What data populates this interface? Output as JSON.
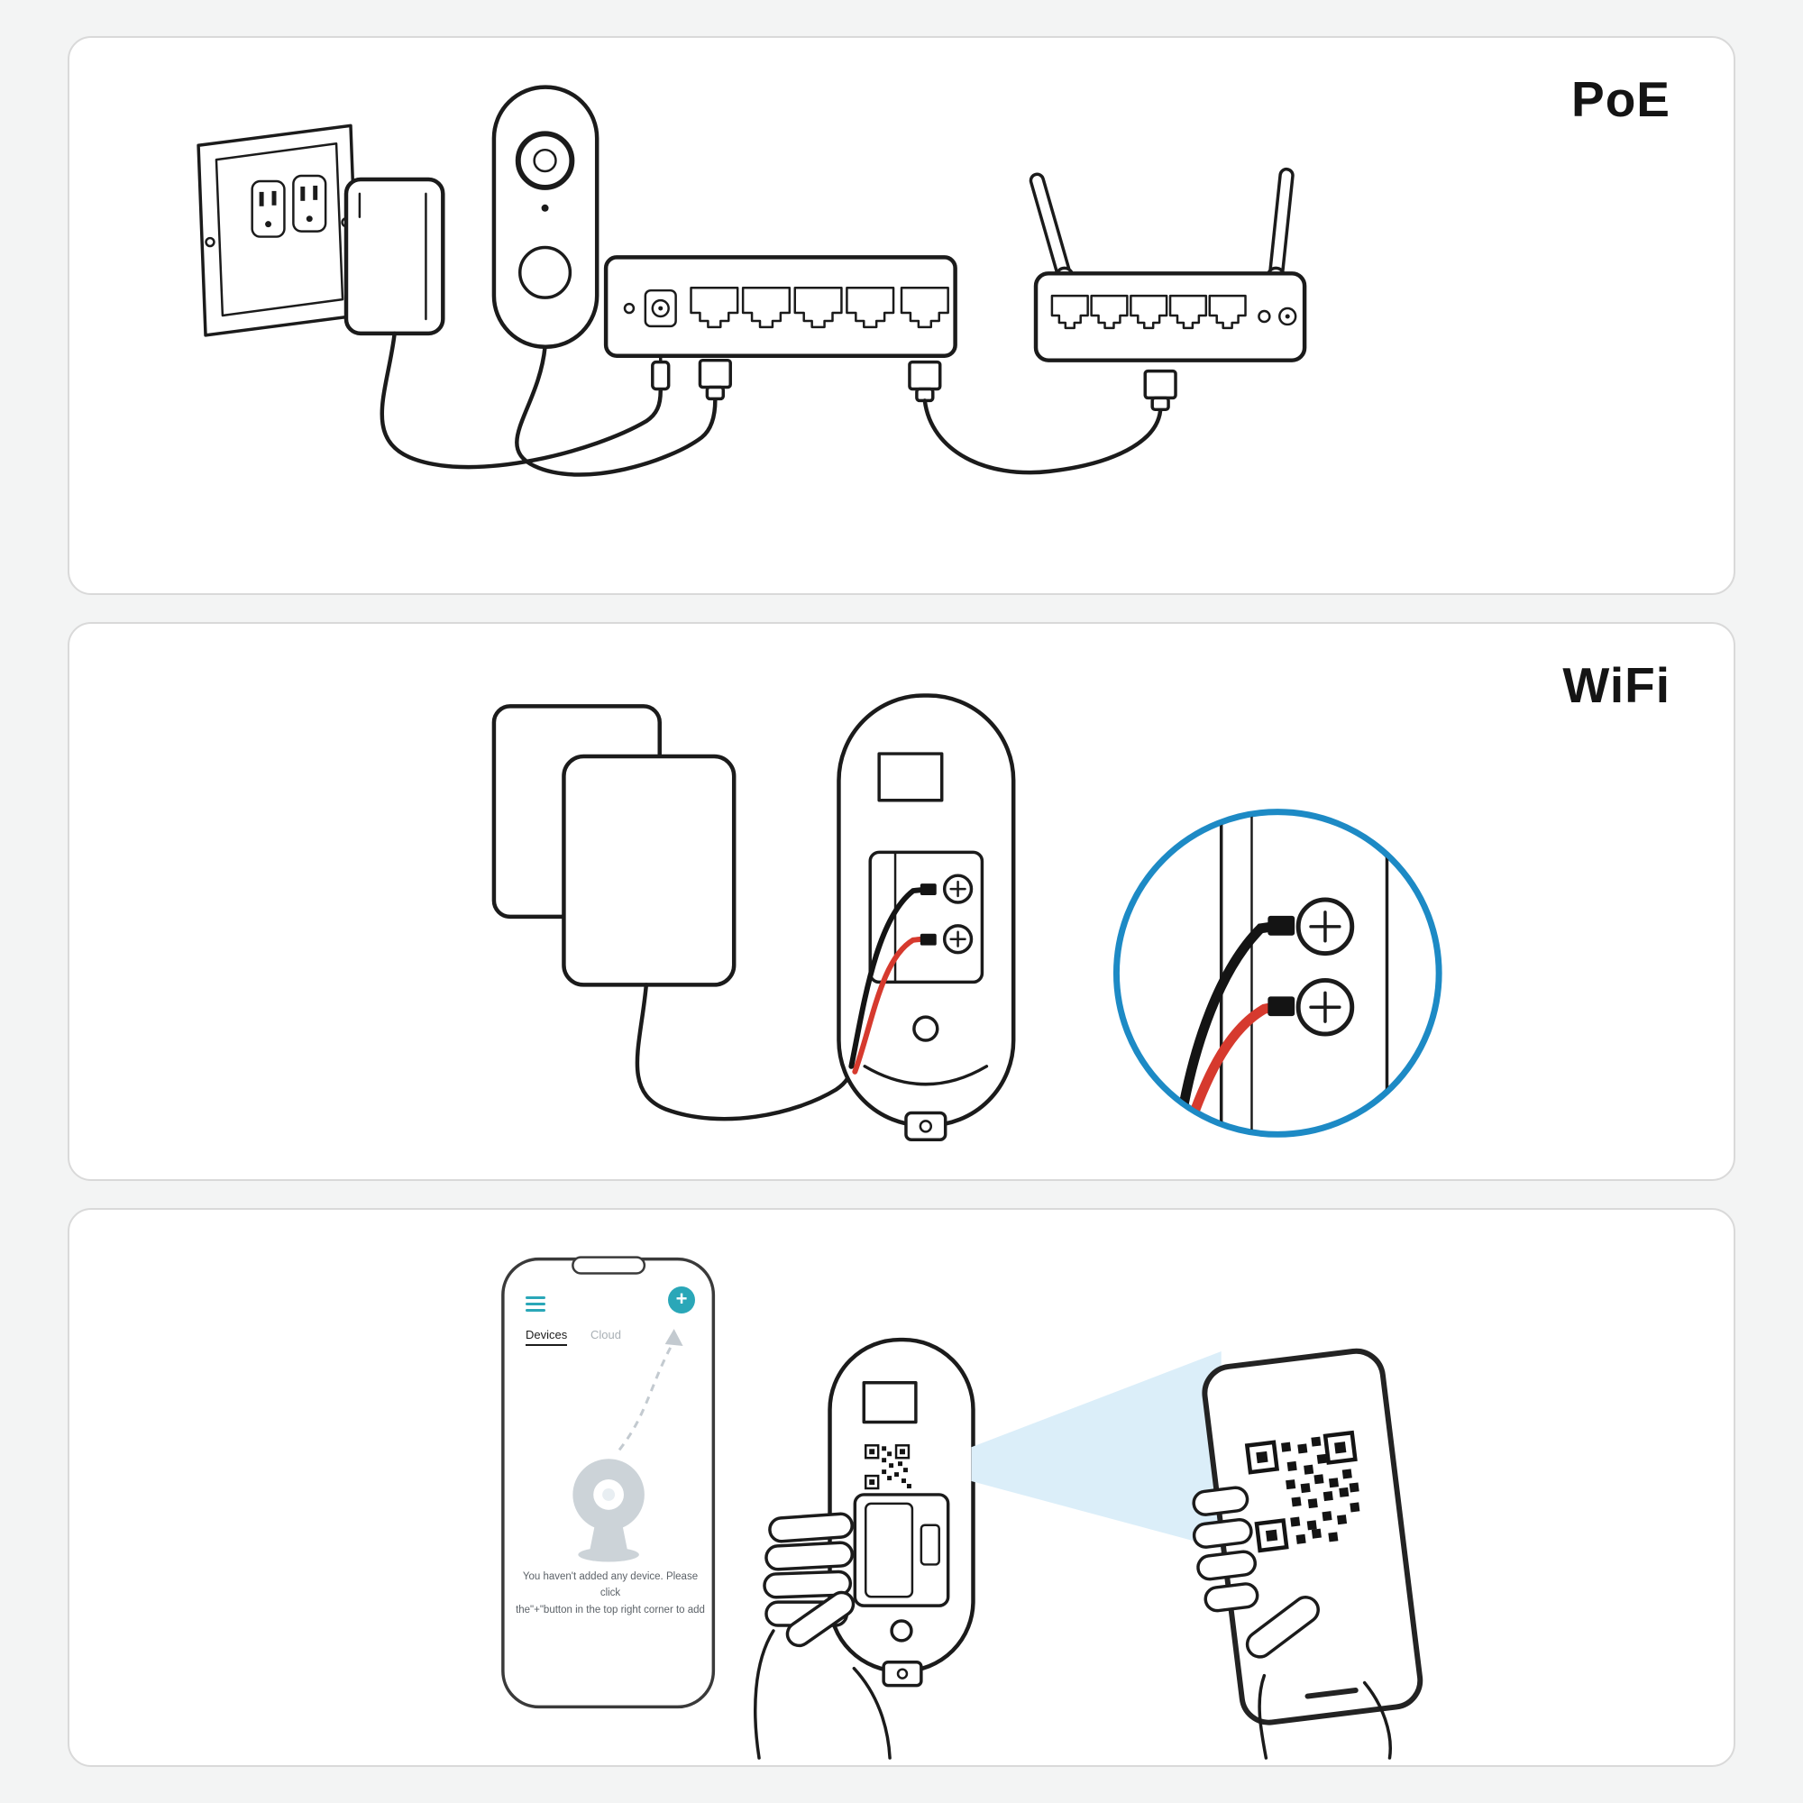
{
  "panels": {
    "poe": {
      "label": "PoE"
    },
    "wifi": {
      "label": "WiFi"
    },
    "app": {
      "tabs": {
        "devices": "Devices",
        "cloud": "Cloud"
      },
      "add_button": "+",
      "empty_message": {
        "line1": "You haven't added any device. Please click",
        "line2": "the\"+\"button in the top right corner to add"
      }
    }
  },
  "icons": {
    "menu": "hamburger-icon",
    "add_device": "plus-circle-icon",
    "qr": "qr-code",
    "screw": "phillips-screw-icon"
  },
  "colors": {
    "accent_teal": "#2aa7b8",
    "zoom_ring_blue": "#1d8ac5",
    "wire_red": "#d63a2e",
    "beam_blue": "#dbeef9",
    "line": "#1b1b1b",
    "panel_border": "#d9d9d9",
    "background": "#f3f4f4"
  }
}
